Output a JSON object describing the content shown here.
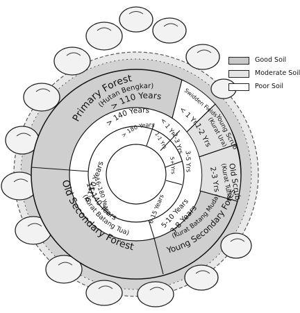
{
  "legend": {
    "items": [
      {
        "label": "Good Soil",
        "color": "#c9c9c9"
      },
      {
        "label": "Moderate Soil",
        "color": "#e6e6e6"
      },
      {
        "label": "Poor Soil",
        "color": "#ffffff"
      }
    ]
  },
  "stages": {
    "primary_forest": {
      "name": "Primary Forest",
      "local_name": "(Hutan Bengkar)",
      "age": "> 110 Years"
    },
    "old_secondary_forest": {
      "name": "Old Secondary Forest",
      "local_name": "(Kurat Batang Tua)",
      "age": "11-140 Years",
      "age2": "9-110 Years"
    },
    "young_secondary_forest": {
      "name": "Young Secondary Forest",
      "local_name": "(Kurat Batang Muda)",
      "age": "3-8 Years",
      "age2": "5-10 Years"
    },
    "old_scrub": {
      "name": "Old Scrub",
      "local_name": "(Kurat Tuha)",
      "age": "2-3 Yrs"
    },
    "young_scrub": {
      "name": "Young Scrub",
      "local_name": "(Kurat Ura)",
      "age": "1-2 Yrs"
    },
    "swidden_fields": {
      "name": "Swidden Fields",
      "age": "< 1 Yr."
    }
  },
  "ring2": {
    "primary": "> 140 Years",
    "old_secondary": "16-180 Years",
    "young_secondary": "6-15 Years",
    "sector_a": "3-5 Yrs",
    "sector_b": "2-3 Yrs",
    "sector_c": "< 1 Yr"
  },
  "ring3": {
    "primary": "> 180 Years",
    "sector_a": "5+ Yrs",
    "sector_b": "1-1 Yrs"
  }
}
